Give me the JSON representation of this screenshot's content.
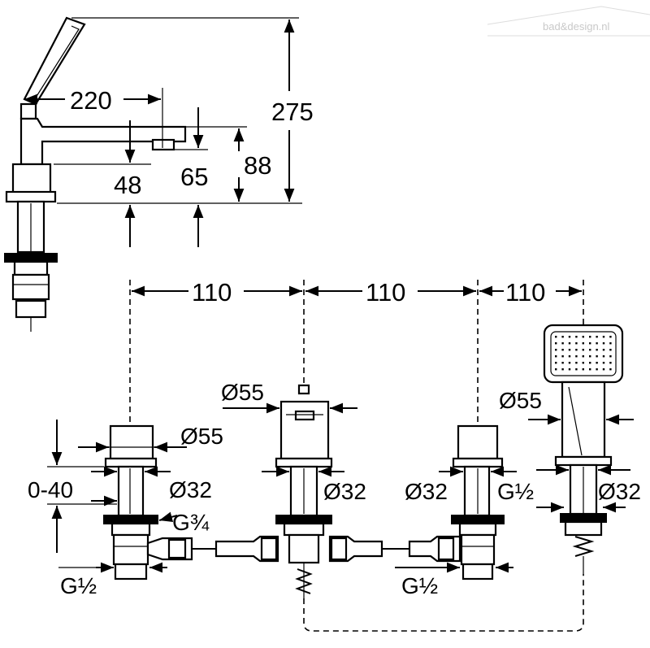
{
  "watermark": {
    "text": "bad&design.nl"
  },
  "side_view": {
    "dim_220": "220",
    "dim_275": "275",
    "dim_88": "88",
    "dim_48": "48",
    "dim_65": "65"
  },
  "spacing": {
    "dim_1": "110",
    "dim_2": "110",
    "dim_3": "110"
  },
  "left_valve": {
    "dia_top": "Ø55",
    "dia_shank": "Ø32",
    "range": "0-40",
    "thread_top": "G¾",
    "thread_bottom": "G½"
  },
  "spout": {
    "dia_top": "Ø55",
    "dia_shank": "Ø32"
  },
  "right_valve": {
    "dia_shank": "Ø32",
    "thread_bottom": "G½"
  },
  "hand_shower": {
    "dia_top": "Ø55",
    "thread": "G½",
    "dia_shank": "Ø32"
  },
  "colors": {
    "line": "#000000",
    "watermark": "#c9c9c9"
  }
}
